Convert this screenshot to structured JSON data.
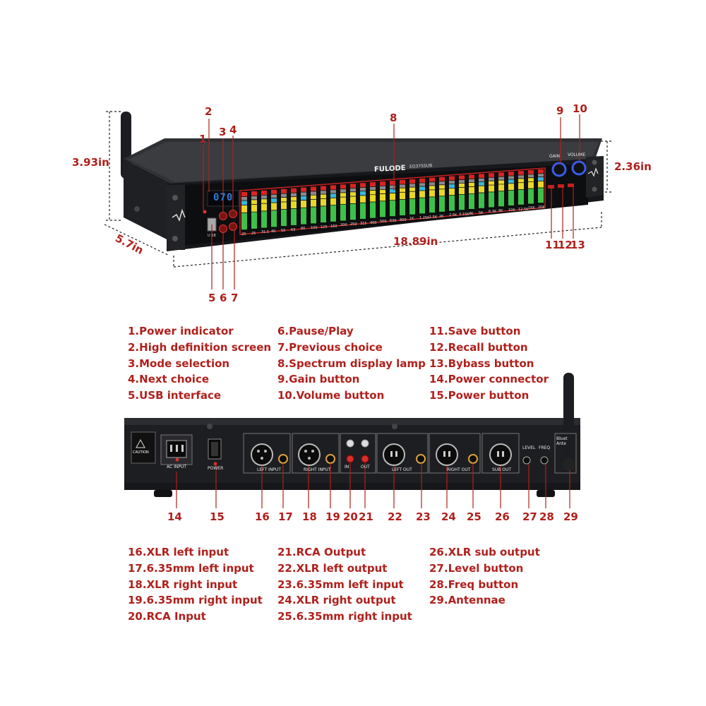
{
  "colors": {
    "accent_red": "#b0201c",
    "chassis_dark": "#2a2b2e",
    "panel_black": "#111214",
    "display_blue": "#2c7bd6",
    "knob_blue": "#3a5ce8",
    "bar_green": "#3ec04a",
    "bar_yellow": "#e8d82a",
    "bar_red": "#d82424",
    "bar_cyan": "#37b8d8"
  },
  "dimensions": {
    "height_left": "3.93in",
    "height_right": "2.36in",
    "depth": "5.7in",
    "width": "18.89in"
  },
  "front": {
    "brand": "FULODE",
    "model": "EQ375SUB",
    "display_value": "070",
    "usb_label": "U 1B",
    "gain_label": "GAIN",
    "volume_label": "VOLUME",
    "freq_labels": [
      "20",
      "25",
      "31.5",
      "40",
      "50",
      "63",
      "80",
      "100",
      "125",
      "160",
      "200",
      "250",
      "315",
      "400",
      "500",
      "630",
      "800",
      "1K",
      "1.25K",
      "1.5K",
      "2K",
      "2.5K",
      "3.15K",
      "4K",
      "5K",
      "6.3K",
      "8K",
      "10K",
      "12.5K",
      "16K",
      "20K"
    ],
    "callouts": [
      "1",
      "2",
      "3",
      "4",
      "5",
      "6",
      "7",
      "8",
      "9",
      "10",
      "11",
      "12",
      "13"
    ]
  },
  "legend_top": {
    "col1": [
      "1.Power indicator",
      "2.High definition screen",
      "3.Mode selection",
      "4.Next choice",
      "5.USB interface"
    ],
    "col2": [
      "6.Pause/Play",
      "7.Previous choice",
      "8.Spectrum display lamp",
      "9.Gain button",
      "10.Volume button"
    ],
    "col3": [
      "11.Save button",
      "12.Recall button",
      "13.Bybass button",
      "14.Power connector",
      "15.Power button"
    ]
  },
  "rear": {
    "caution_label": "CAUTION",
    "ac_label": "AC INPUT",
    "power_label": "POWER",
    "left_input_label": "LEFT INPUT",
    "right_input_label": "RIGHT INPUT",
    "in_label": "IN",
    "out_label": "OUT",
    "left_out_label": "LEFT OUT",
    "right_out_label": "RIGHT OUT",
    "sub_out_label": "SUB OUT",
    "level_label": "LEVEL",
    "freq_label": "FREQ",
    "bt_label": "Bluet Ante",
    "callouts": [
      "14",
      "15",
      "16",
      "17",
      "18",
      "19",
      "20",
      "21",
      "22",
      "23",
      "24",
      "25",
      "26",
      "27",
      "28",
      "29"
    ]
  },
  "legend_bottom": {
    "col1": [
      "16.XLR left input",
      "17.6.35mm left input",
      "18.XLR right input",
      "19.6.35mm right input",
      "20.RCA Input"
    ],
    "col2": [
      "21.RCA Output",
      "22.XLR left output",
      "23.6.35mm left input",
      "24.XLR right output",
      "25.6.35mm right input"
    ],
    "col3": [
      "26.XLR sub output",
      "27.Level button",
      "28.Freq button",
      "29.Antennae"
    ]
  }
}
